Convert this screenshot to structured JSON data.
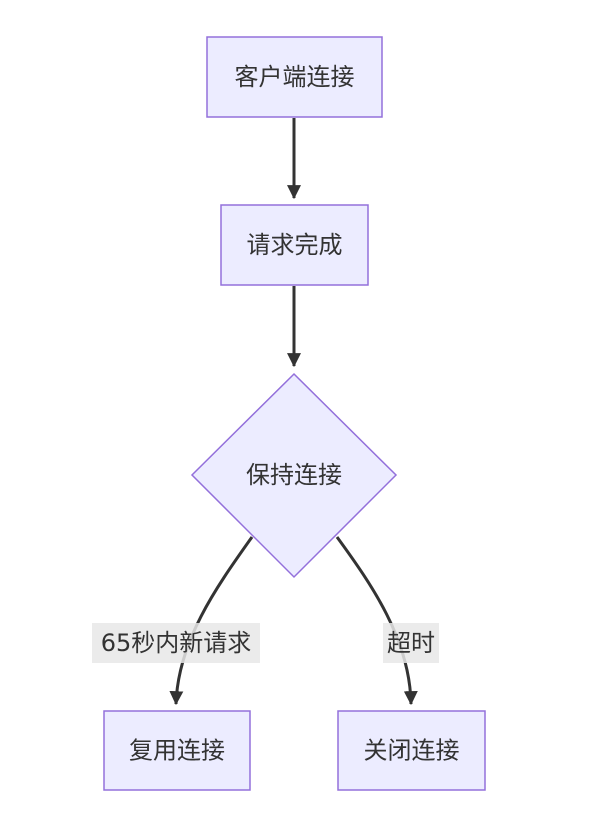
{
  "diagram": {
    "type": "flowchart",
    "colors": {
      "node_fill": "#ececff",
      "node_stroke": "#9370db",
      "edge": "#333333",
      "edge_label_bg": "#e8e8e8",
      "text": "#333333"
    },
    "nodes": {
      "client_connect": {
        "label": "客户端连接",
        "shape": "rectangle"
      },
      "request_done": {
        "label": "请求完成",
        "shape": "rectangle"
      },
      "keep_alive": {
        "label": "保持连接",
        "shape": "diamond"
      },
      "reuse": {
        "label": "复用连接",
        "shape": "rectangle"
      },
      "close": {
        "label": "关闭连接",
        "shape": "rectangle"
      }
    },
    "edges": [
      {
        "from": "client_connect",
        "to": "request_done",
        "label": ""
      },
      {
        "from": "request_done",
        "to": "keep_alive",
        "label": ""
      },
      {
        "from": "keep_alive",
        "to": "reuse",
        "label": "65秒内新请求"
      },
      {
        "from": "keep_alive",
        "to": "close",
        "label": "超时"
      }
    ]
  }
}
